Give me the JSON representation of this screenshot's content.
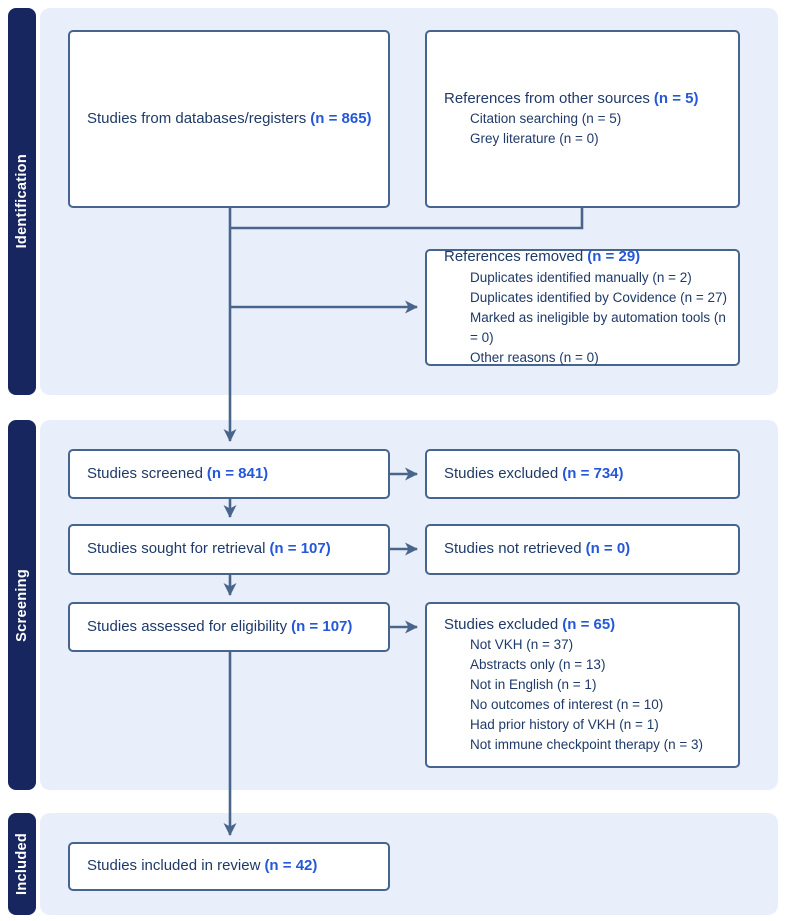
{
  "diagram": {
    "title": "PRISMA flow diagram",
    "colors": {
      "section_band": "#e9effa",
      "section_label_bg": "#17265e",
      "section_label_text": "#ffffff",
      "box_border": "#45658f",
      "box_fill": "#ffffff",
      "text": "#1f3a68",
      "count_accent": "#2458d8",
      "connector": "#4a658c"
    },
    "sections": [
      {
        "label": "Identification"
      },
      {
        "label": "Screening"
      },
      {
        "label": "Included"
      }
    ],
    "boxes": {
      "databases": {
        "label": "Studies from databases/registers",
        "count": "(n = 865)"
      },
      "other_sources": {
        "label": "References from other sources",
        "count": "(n = 5)",
        "items": [
          "Citation searching (n = 5)",
          "Grey literature (n = 0)"
        ]
      },
      "removed": {
        "label": "References removed",
        "count": "(n = 29)",
        "items": [
          "Duplicates identified manually (n = 2)",
          "Duplicates identified by Covidence (n = 27)",
          "Marked as ineligible by automation tools (n = 0)",
          "Other reasons (n = 0)"
        ]
      },
      "screened": {
        "label": "Studies screened",
        "count": "(n = 841)"
      },
      "excluded_screening": {
        "label": "Studies excluded",
        "count": "(n = 734)"
      },
      "sought": {
        "label": "Studies sought for retrieval",
        "count": "(n = 107)"
      },
      "not_retrieved": {
        "label": "Studies not retrieved",
        "count": "(n = 0)"
      },
      "assessed": {
        "label": "Studies assessed for eligibility",
        "count": "(n = 107)"
      },
      "excluded_eligibility": {
        "label": "Studies excluded",
        "count": "(n = 65)",
        "items": [
          "Not VKH (n = 37)",
          "Abstracts only (n = 13)",
          "Not in English (n = 1)",
          "No outcomes of interest (n = 10)",
          "Had prior history of VKH (n = 1)",
          "Not immune checkpoint therapy (n = 3)"
        ]
      },
      "included": {
        "label": "Studies included in review",
        "count": "(n = 42)"
      }
    }
  }
}
